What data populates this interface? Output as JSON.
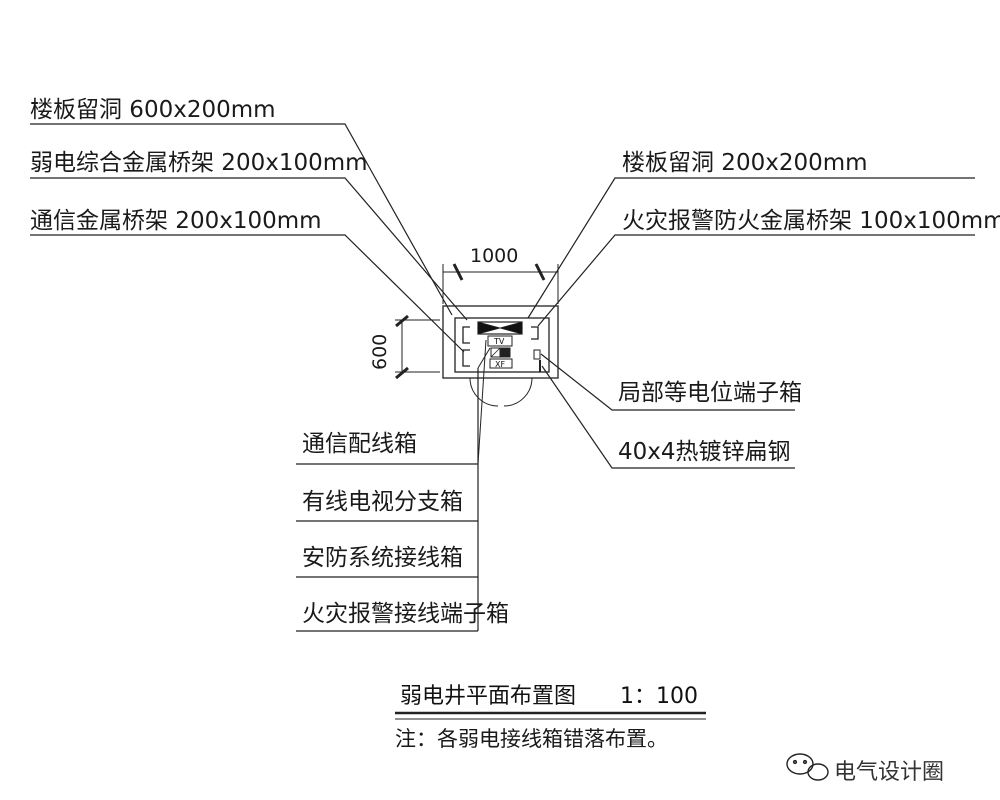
{
  "labels_left_top": [
    "楼板留洞 600x200mm",
    "弱电综合金属桥架 200x100mm",
    "通信金属桥架 200x100mm"
  ],
  "labels_right_top": [
    "楼板留洞 200x200mm",
    "火灾报警防火金属桥架 100x100mm"
  ],
  "labels_right_mid": [
    "局部等电位端子箱",
    "40x4热镀锌扁钢"
  ],
  "labels_bottom_left": [
    "通信配线箱",
    "有线电视分支箱",
    "安防系统接线箱",
    "火灾报警接线端子箱"
  ],
  "dimensions": {
    "width": "1000",
    "height": "600"
  },
  "device_tags": {
    "tv": "TV",
    "xf": "XF"
  },
  "title": "弱电井平面布置图",
  "scale": "1：100",
  "note": "注：各弱电接线箱错落布置。",
  "watermark": "电气设计圈"
}
